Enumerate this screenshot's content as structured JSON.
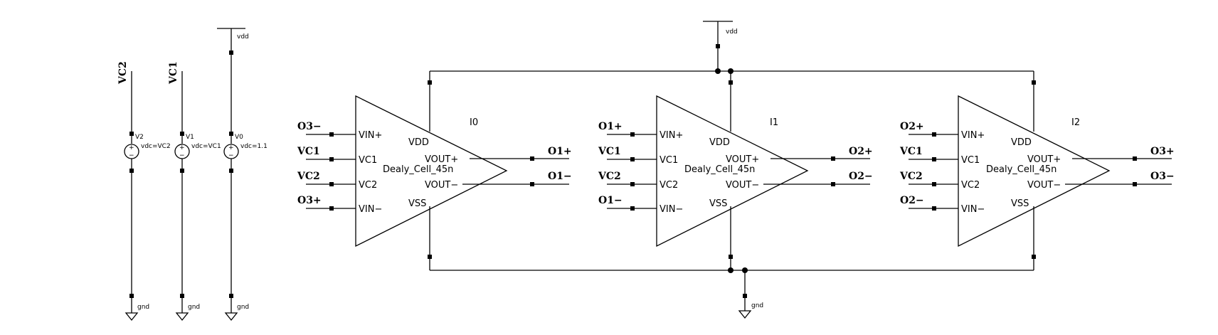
{
  "supplies": {
    "vdd": "vdd",
    "gnd": "gnd"
  },
  "sources": [
    {
      "net": "VC2",
      "inst": "V2",
      "param": "vdc=VC2"
    },
    {
      "net": "VC1",
      "inst": "V1",
      "param": "vdc=VC1"
    },
    {
      "net": "",
      "inst": "V0",
      "param": "vdc=1.1"
    }
  ],
  "cells": [
    {
      "inst": "I0",
      "cell": "Dealy_Cell_45n",
      "pins": {
        "vin_p": "VIN+",
        "vc1": "VC1",
        "vc2": "VC2",
        "vin_n": "VIN−",
        "vdd": "VDD",
        "vss": "VSS",
        "vout_p": "VOUT+",
        "vout_n": "VOUT−"
      },
      "in_nets": [
        "O3−",
        "VC1",
        "VC2",
        "O3+"
      ],
      "out_nets": [
        "O1+",
        "O1−"
      ]
    },
    {
      "inst": "I1",
      "cell": "Dealy_Cell_45n",
      "pins": {
        "vin_p": "VIN+",
        "vc1": "VC1",
        "vc2": "VC2",
        "vin_n": "VIN−",
        "vdd": "VDD",
        "vss": "VSS",
        "vout_p": "VOUT+",
        "vout_n": "VOUT−"
      },
      "in_nets": [
        "O1+",
        "VC1",
        "VC2",
        "O1−"
      ],
      "out_nets": [
        "O2+",
        "O2−"
      ]
    },
    {
      "inst": "I2",
      "cell": "Dealy_Cell_45n",
      "pins": {
        "vin_p": "VIN+",
        "vc1": "VC1",
        "vc2": "VC2",
        "vin_n": "VIN−",
        "vdd": "VDD",
        "vss": "VSS",
        "vout_p": "VOUT+",
        "vout_n": "VOUT−"
      },
      "in_nets": [
        "O2+",
        "VC1",
        "VC2",
        "O2−"
      ],
      "out_nets": [
        "O3+",
        "O3−"
      ]
    }
  ]
}
